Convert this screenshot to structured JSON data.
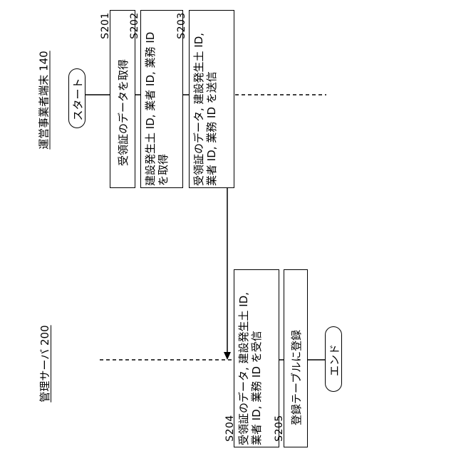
{
  "lanes": {
    "upper": "運営事業者端末 140",
    "lower": "管理サーバ 200"
  },
  "terminals": {
    "start": "スタート",
    "end": "エンド"
  },
  "steps": [
    {
      "id": "S201",
      "lines": [
        "受領証のデータを取得"
      ]
    },
    {
      "id": "S202",
      "lines": [
        "建設発生土 ID, 業者 ID, 業務 ID",
        "を取得",
        ""
      ]
    },
    {
      "id": "S203",
      "lines": [
        "受領証のデータ, 建設発生土 ID,",
        "業者 ID, 業務 ID を送信",
        ""
      ]
    },
    {
      "id": "S204",
      "lines": [
        "受領証のデータ, 建設発生土 ID,",
        "業者 ID, 業務 ID を受信",
        ""
      ]
    },
    {
      "id": "S205",
      "lines": [
        "登録テーブルに登録"
      ]
    }
  ]
}
